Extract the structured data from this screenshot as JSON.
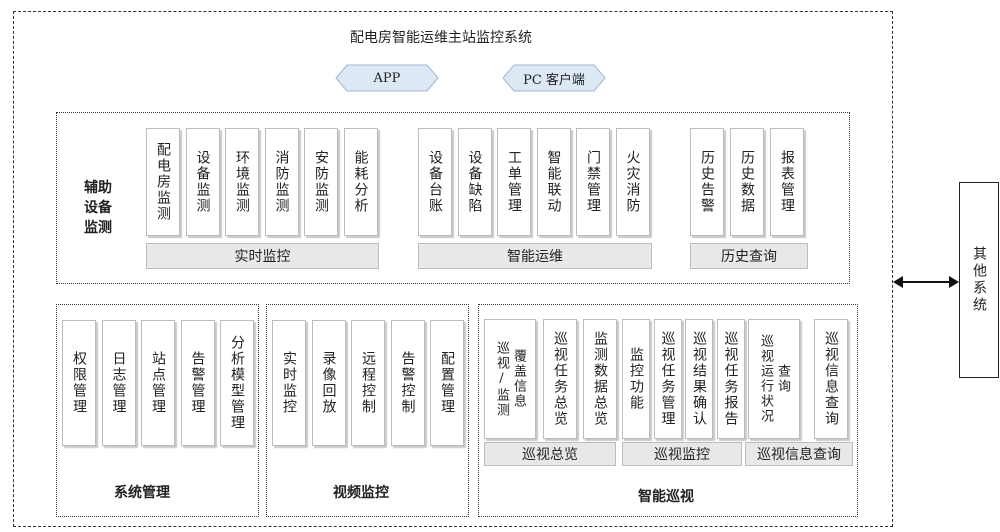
{
  "title": "配电房智能运维主站监控系统",
  "clients": [
    "APP",
    "PC 客户端"
  ],
  "other_system": "其他系统",
  "aux": {
    "title": "辅助设备监测",
    "title_lines": [
      "辅助",
      "设备",
      "监测"
    ],
    "realtime": {
      "label": "实时监控",
      "items": [
        "配电房监测",
        "设备监测",
        "环境监测",
        "消防监测",
        "安防监测",
        "能耗分析"
      ]
    },
    "ops": {
      "label": "智能运维",
      "items": [
        "设备台账",
        "设备缺陷",
        "工单管理",
        "智能联动",
        "门禁管理",
        "火灾消防"
      ]
    },
    "history": {
      "label": "历史查询",
      "items": [
        "历史告警",
        "历史数据",
        "报表管理"
      ]
    }
  },
  "system_mgmt": {
    "label": "系统管理",
    "items": [
      "权限管理",
      "日志管理",
      "站点管理",
      "告警管理",
      "分析模型管理"
    ]
  },
  "video": {
    "label": "视频监控",
    "items": [
      "实时监控",
      "录像回放",
      "远程控制",
      "告警控制",
      "配置管理"
    ]
  },
  "patrol": {
    "label": "智能巡视",
    "overview": {
      "label": "巡视总览",
      "items": [
        {
          "col1": "巡视/监测",
          "col2": "覆盖信息"
        },
        {
          "text": "巡视任务总览"
        },
        {
          "text": "监测数据总览"
        }
      ]
    },
    "monitor": {
      "label": "巡视监控",
      "items": [
        "监控功能",
        "巡视任务管理",
        "巡视结果确认",
        "巡视任务报告"
      ]
    },
    "query": {
      "label": "巡视信息查询",
      "items": [
        {
          "col1": "巡视运行状况",
          "col2": "查询"
        },
        {
          "text": "巡视信息查询"
        }
      ]
    }
  }
}
